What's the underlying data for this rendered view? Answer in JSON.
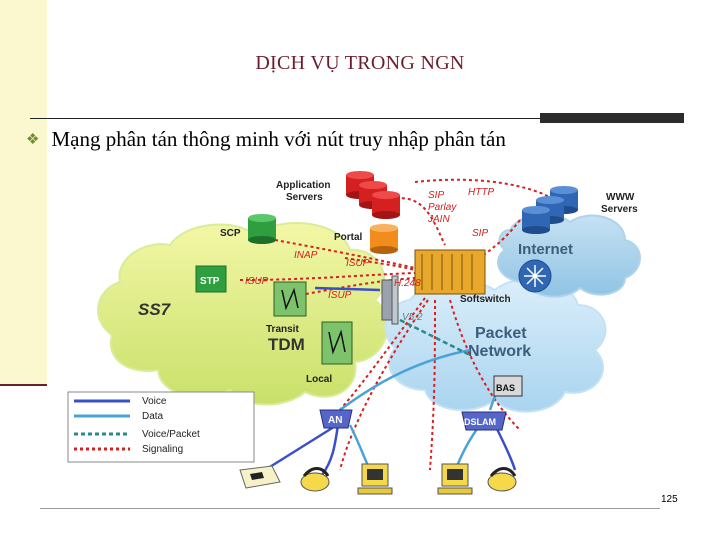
{
  "slide": {
    "title": "DỊCH VỤ TRONG NGN",
    "bullet": "Mạng phân tán thông minh với nút truy nhập phân tán",
    "page_number": "125"
  },
  "diagram": {
    "clouds": {
      "ss7": "SS7",
      "tdm": "TDM",
      "internet": "Internet",
      "packet": "Packet",
      "network": "Network"
    },
    "nodes": {
      "app_servers_1": "Application",
      "app_servers_2": "Servers",
      "www_1": "WWW",
      "www_2": "Servers",
      "scp": "SCP",
      "portal": "Portal",
      "stp": "STP",
      "transit": "Transit",
      "local": "Local",
      "softswitch": "Softswitch",
      "bas": "BAS",
      "an": "AN",
      "dslam": "DSLAM"
    },
    "protocols": {
      "sip": "SIP",
      "parlay": "Parlay",
      "jain": "JAIN",
      "http": "HTTP",
      "sip2": "SIP",
      "inap": "INAP",
      "isup1": "ISUP",
      "isup2": "ISUP",
      "isup3": "ISUP",
      "h248": "H.248",
      "v52": "V5.2"
    },
    "legend": [
      "Voice",
      "Data",
      "Voice/Packet",
      "Signaling"
    ]
  },
  "colors": {
    "title": "#6b1f2e",
    "signaling": "#d42020",
    "voice": "#3b4fc8",
    "data": "#4aa3d8",
    "voice_packet": "#2a8a8a"
  }
}
